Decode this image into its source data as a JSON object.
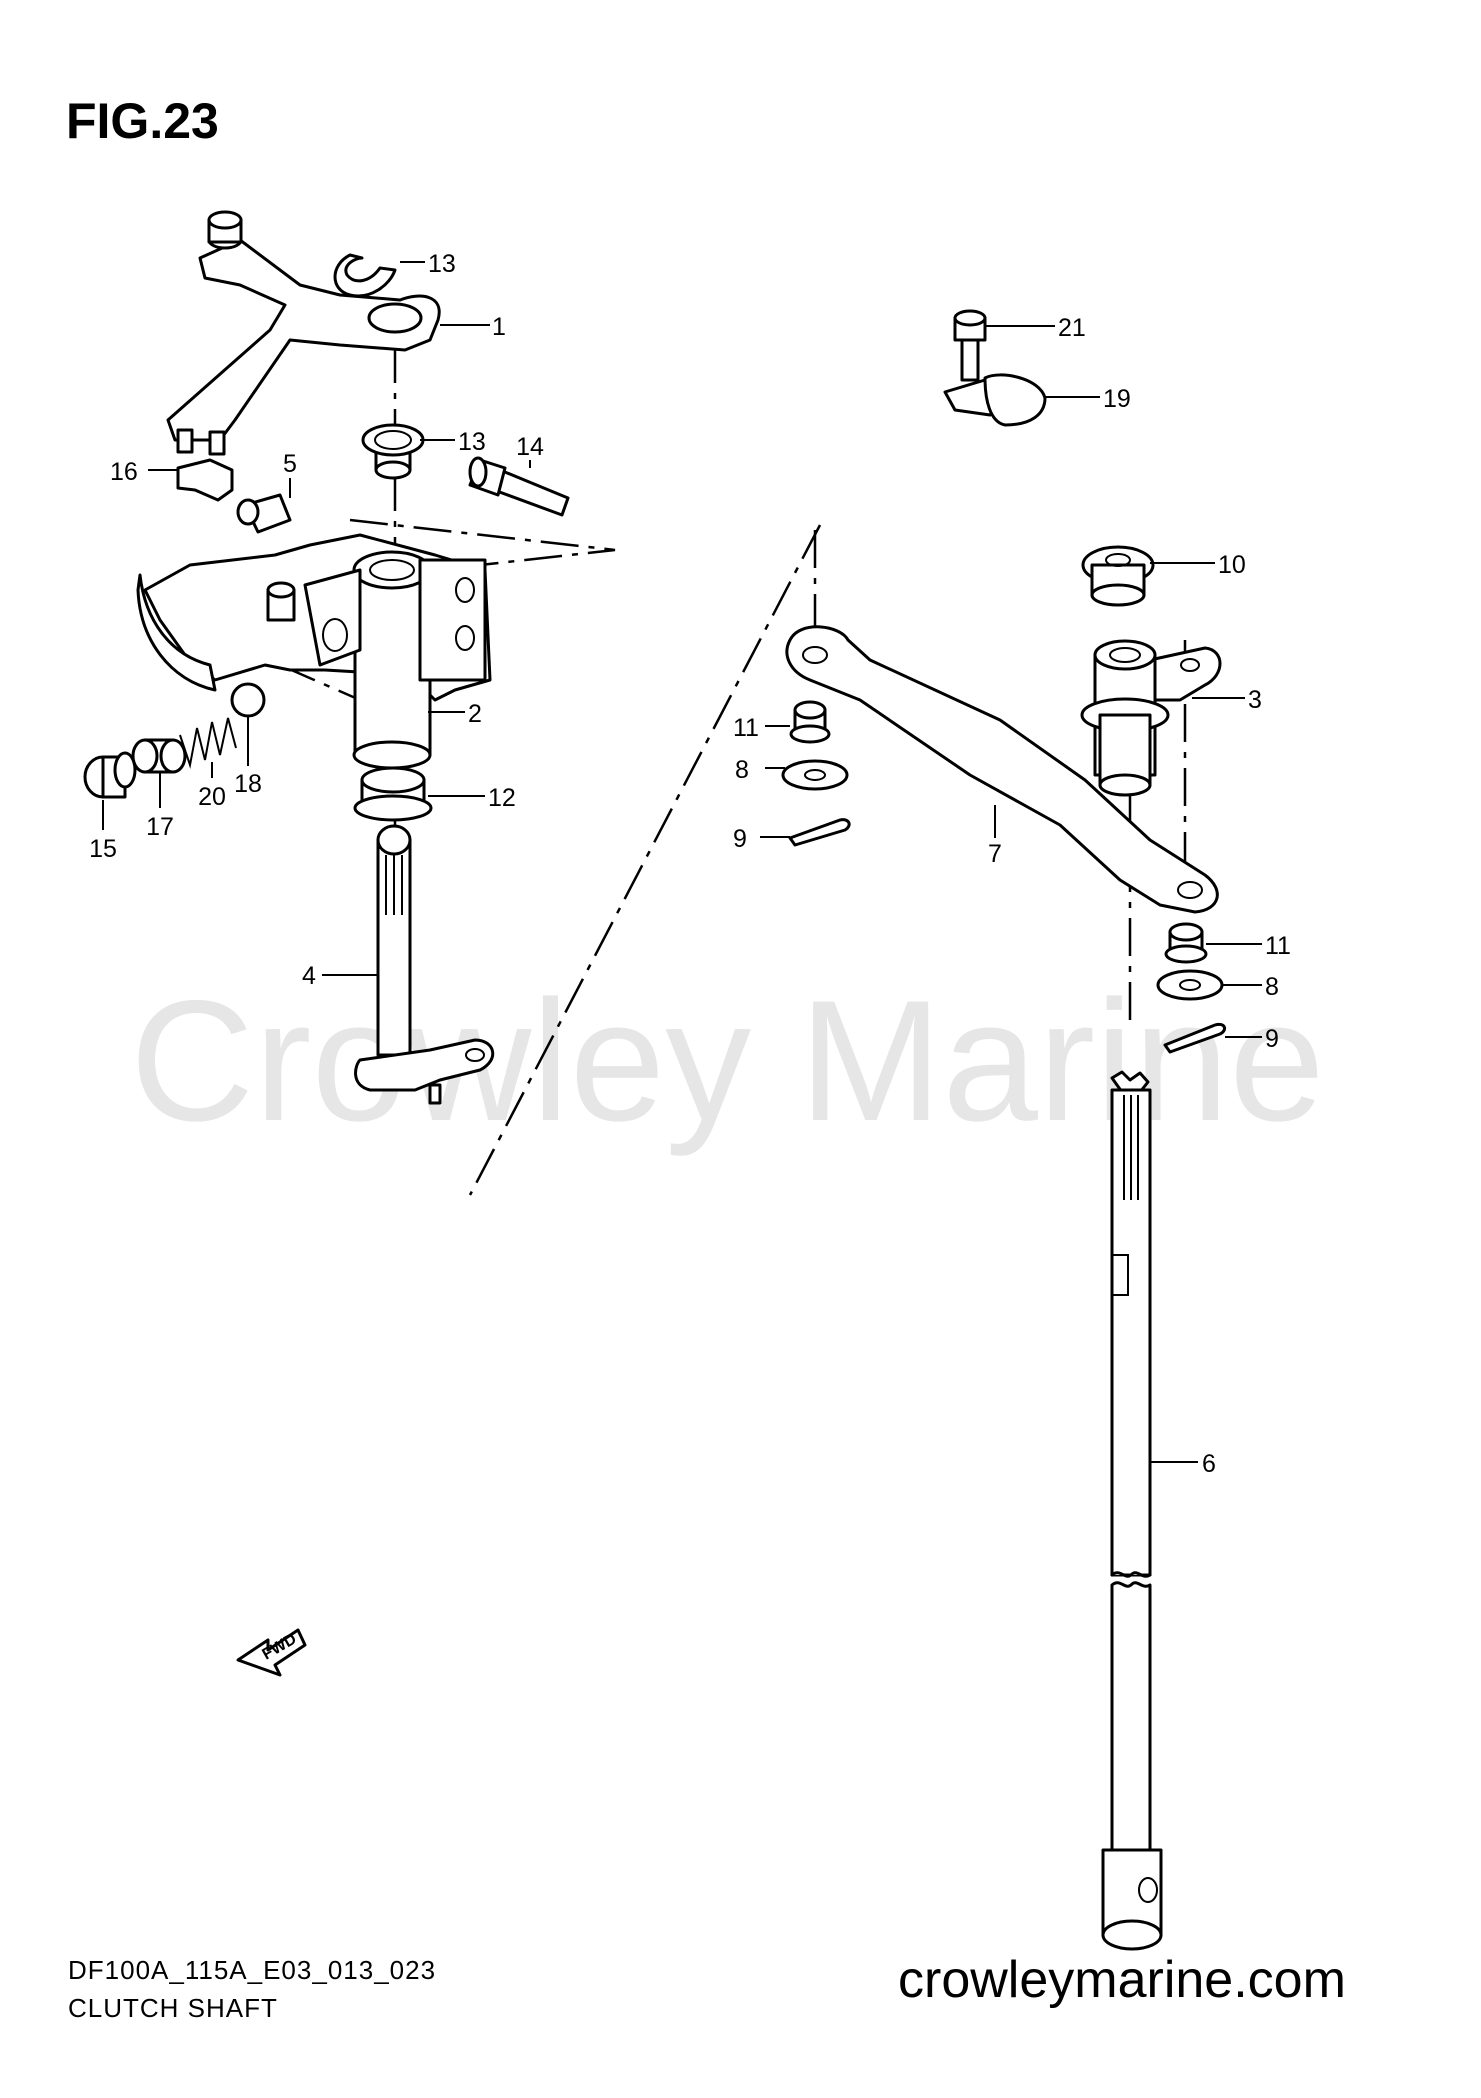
{
  "figure_title": "FIG.23",
  "watermark": "Crowley Marine",
  "footer": {
    "model_code": "DF100A_115A_E03_013_023",
    "diagram_name": "CLUTCH SHAFT",
    "website": "crowleymarine.com"
  },
  "fwd_label": "FWD",
  "callouts": {
    "c1": "1",
    "c2": "2",
    "c3": "3",
    "c4": "4",
    "c5": "5",
    "c6": "6",
    "c7": "7",
    "c8a": "8",
    "c8b": "8",
    "c9a": "9",
    "c9b": "9",
    "c10": "10",
    "c11a": "11",
    "c11b": "11",
    "c12": "12",
    "c13a": "13",
    "c13b": "13",
    "c14": "14",
    "c15": "15",
    "c16": "16",
    "c17": "17",
    "c18": "18",
    "c19": "19",
    "c20": "20",
    "c21": "21"
  }
}
